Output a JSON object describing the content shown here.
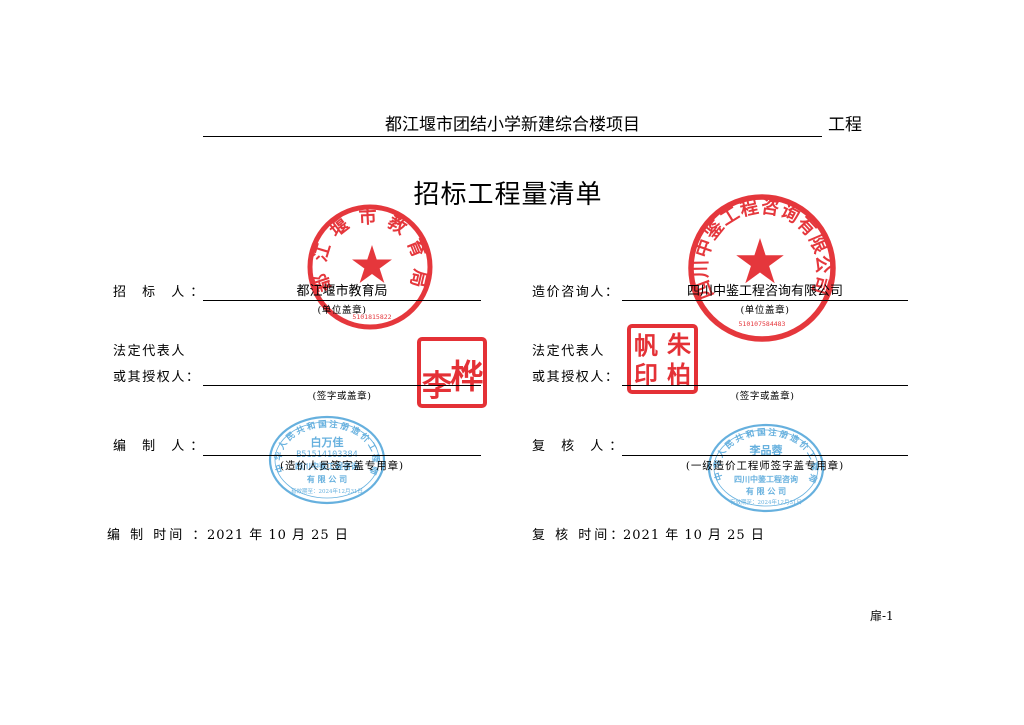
{
  "header": {
    "project_name": "都江堰市团结小学新建综合楼项目",
    "suffix": "工程"
  },
  "title": "招标工程量清单",
  "left": {
    "tenderer": {
      "label": "招 标 人：",
      "value": "都江堰市教育局",
      "note": "(单位盖章)"
    },
    "representative": {
      "label_line1": "法定代表人",
      "label_line2": "或其授权人：",
      "note": "(签字或盖章)"
    },
    "compiler": {
      "label": "编 制 人：",
      "note": "(造价人员签字盖专用章)"
    },
    "date": {
      "label": "编 制 时间 ：",
      "value": "2021 年 10 月 25 日"
    }
  },
  "right": {
    "consultant": {
      "label": "造价咨询人：",
      "value": "四川中鉴工程咨询有限公司",
      "note": "(单位盖章)"
    },
    "representative": {
      "label_line1": "法定代表人",
      "label_line2": "或其授权人：",
      "note": "(签字或盖章)"
    },
    "reviewer": {
      "label": "复 核 人：",
      "note": "(一级造价工程师签字盖专用章)"
    },
    "date": {
      "label": "复 核 时间：",
      "value": "2021 年 10 月 25 日"
    }
  },
  "page_number": "扉-1",
  "stamps": {
    "tenderer_seal": {
      "ring_text": "都江堰市教育局",
      "code": "5101815822"
    },
    "consultant_seal": {
      "ring_text": "四川中鉴工程咨询有限公司",
      "code": "510107584483"
    },
    "tenderer_rep_seal": {
      "chars": [
        "李",
        "桦"
      ]
    },
    "consultant_rep_seal": {
      "chars": [
        "帆",
        "朱",
        "印",
        "柏"
      ]
    },
    "compiler_seal": {
      "ring_text": "中华人民共和国注册造价工程师",
      "name": "白万佳",
      "number": "B51514103384",
      "company_1": "四川中鉴工程咨询",
      "company_2": "有 限 公 司",
      "validity": "有效期至：2024年12月31日"
    },
    "reviewer_seal": {
      "ring_text": "中华人民共和国注册造价工程师",
      "name": "李品蓉",
      "company_1": "四川中鉴工程咨询",
      "company_2": "有 限 公 司",
      "validity": "有效期至：2024年12月31日"
    }
  },
  "colors": {
    "stamp_red": "#e3262c",
    "stamp_blue": "#4ca3d9",
    "text": "#000000",
    "background": "#ffffff"
  }
}
